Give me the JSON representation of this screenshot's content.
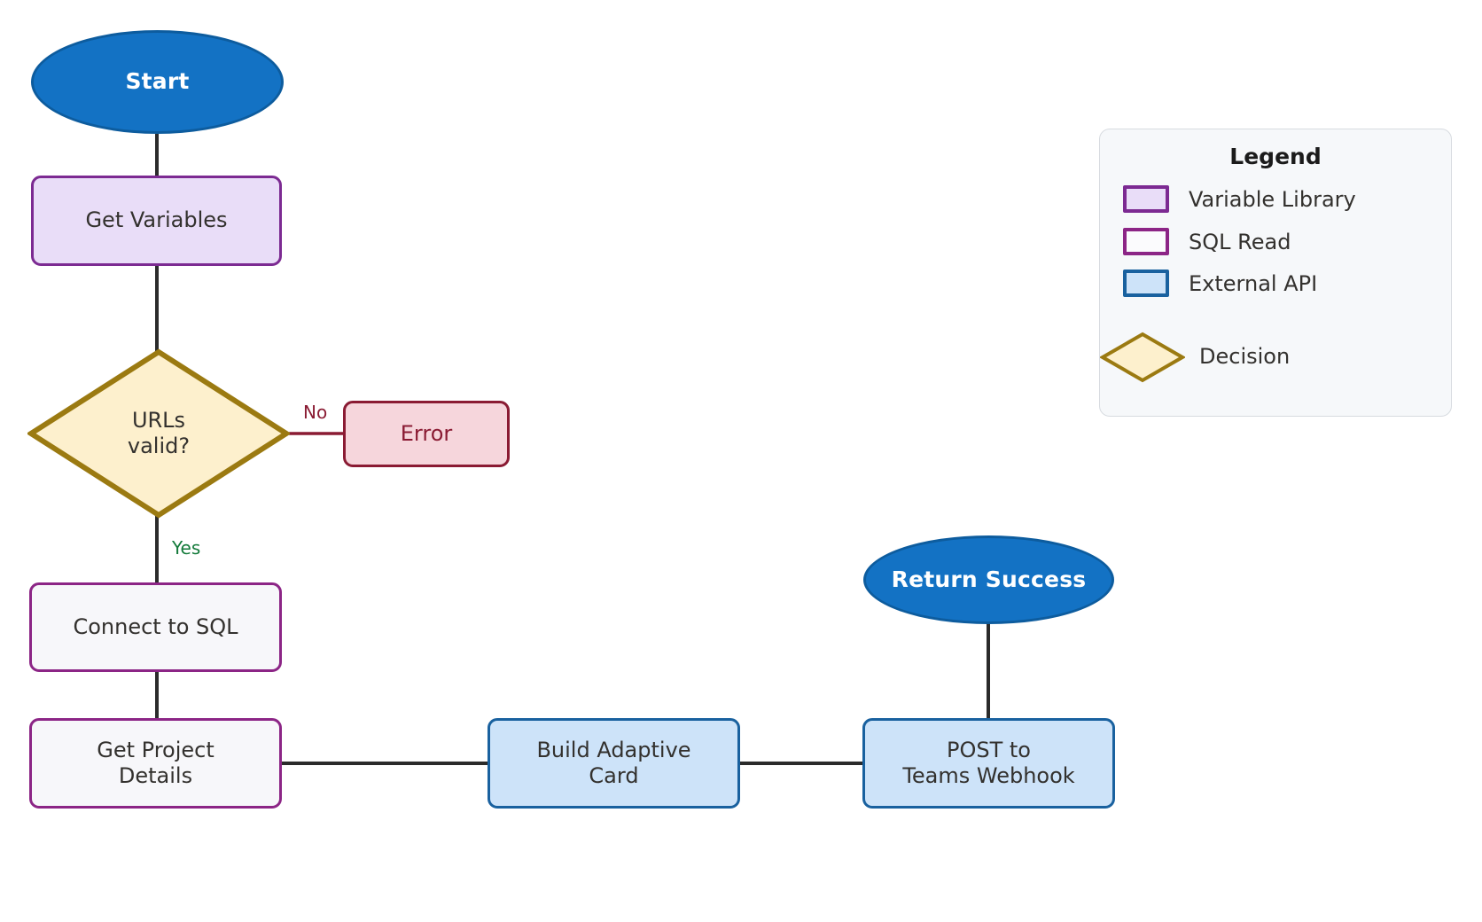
{
  "diagram": {
    "type": "flowchart",
    "title": "",
    "nodes": [
      {
        "id": "start",
        "label": "Start",
        "shape": "ellipse",
        "category": "terminator"
      },
      {
        "id": "getvars",
        "label": "Get Variables",
        "shape": "rounded-rect",
        "category": "variable-library"
      },
      {
        "id": "urls",
        "label": "URLs\nvalid?",
        "shape": "diamond",
        "category": "decision"
      },
      {
        "id": "error",
        "label": "Error",
        "shape": "rounded-rect",
        "category": "error"
      },
      {
        "id": "connect",
        "label": "Connect to SQL",
        "shape": "rounded-rect",
        "category": "sql-read"
      },
      {
        "id": "project",
        "label": "Get Project\nDetails",
        "shape": "rounded-rect",
        "category": "sql-read"
      },
      {
        "id": "card",
        "label": "Build Adaptive\nCard",
        "shape": "rounded-rect",
        "category": "external-api"
      },
      {
        "id": "post",
        "label": "POST to\nTeams Webhook",
        "shape": "rounded-rect",
        "category": "external-api"
      },
      {
        "id": "success",
        "label": "Return Success",
        "shape": "ellipse",
        "category": "terminator"
      }
    ],
    "edges": [
      {
        "from": "start",
        "to": "getvars",
        "label": ""
      },
      {
        "from": "getvars",
        "to": "urls",
        "label": ""
      },
      {
        "from": "urls",
        "to": "error",
        "label": "No"
      },
      {
        "from": "urls",
        "to": "connect",
        "label": "Yes"
      },
      {
        "from": "connect",
        "to": "project",
        "label": ""
      },
      {
        "from": "project",
        "to": "card",
        "label": ""
      },
      {
        "from": "card",
        "to": "post",
        "label": ""
      },
      {
        "from": "post",
        "to": "success",
        "label": ""
      }
    ],
    "edge_labels": {
      "no": "No",
      "yes": "Yes"
    }
  },
  "legend": {
    "title": "Legend",
    "items": [
      {
        "label": "Variable Library",
        "swatch": "variable-library",
        "fill": "#e9ddf8",
        "stroke": "#7c2a92"
      },
      {
        "label": "SQL Read",
        "swatch": "sql-read",
        "fill": "#fbfbfd",
        "stroke": "#8c2586"
      },
      {
        "label": "External API",
        "swatch": "external-api",
        "fill": "#cde3f9",
        "stroke": "#19619f"
      },
      {
        "label": "Decision",
        "swatch": "decision",
        "fill": "#fdf0cd",
        "stroke": "#9b7a11"
      }
    ]
  },
  "colors": {
    "terminator_fill": "#1372c4",
    "terminator_stroke": "#0d5c9e",
    "decision_fill": "#fdf0cd",
    "decision_stroke": "#9b7a11",
    "error_fill": "#f6d6dc",
    "error_stroke": "#8a1b33",
    "edge_line": "#2b2b2b",
    "yes_label": "#137a3a",
    "no_label": "#8a1b33",
    "background": "#ffffff"
  }
}
